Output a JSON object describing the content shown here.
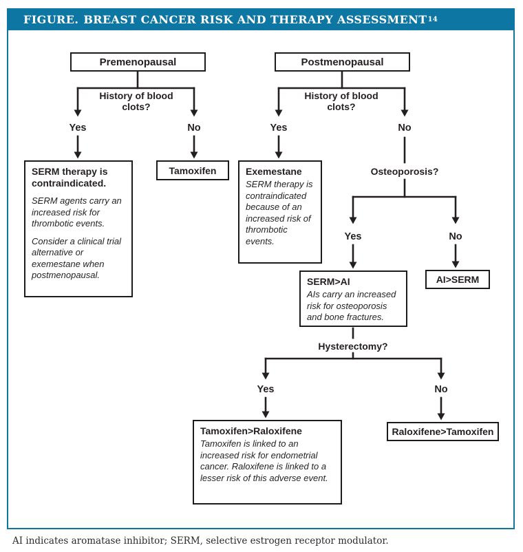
{
  "header": {
    "label": "FIGURE.",
    "title": "BREAST CANCER RISK AND THERAPY ASSESSMENT",
    "reference": "14"
  },
  "colors": {
    "accent_teal": "#0e76a2",
    "line_black": "#231f20",
    "box_border": "#1c1b1a",
    "background": "#ffffff"
  },
  "flowchart": {
    "labels": {
      "yes": "Yes",
      "no": "No"
    },
    "questions": {
      "blood_clots_left": "History of blood clots?",
      "blood_clots_right": "History of blood clots?",
      "osteoporosis": "Osteoporosis?",
      "hysterectomy": "Hysterectomy?"
    },
    "nodes": {
      "premenopausal": {
        "title": "Premenopausal"
      },
      "postmenopausal": {
        "title": "Postmenopausal"
      },
      "serm_contraindicated": {
        "title": "SERM therapy is contraindicated.",
        "body1": "SERM agents carry an increased risk for thrombotic events.",
        "body2": "Consider a clinical trial alternative or exemestane when postmenopausal."
      },
      "tamoxifen": {
        "title": "Tamoxifen"
      },
      "exemestane": {
        "title": "Exemestane",
        "body": "SERM therapy is contraindicated because of an increased risk of thrombotic events."
      },
      "serm_over_ai": {
        "title": "SERM>AI",
        "body": "AIs carry an increased risk for osteoporosis and bone fractures."
      },
      "ai_over_serm": {
        "title": "AI>SERM"
      },
      "tamoxifen_over_raloxifene": {
        "title": "Tamoxifen>Raloxifene",
        "body": "Tamoxifen is linked to an increased risk for endometrial cancer. Raloxifene is linked to a lesser risk of this adverse event."
      },
      "raloxifene_over_tamoxifen": {
        "title": "Raloxifene>Tamoxifen"
      }
    }
  },
  "footer": {
    "text": "AI indicates aromatase inhibitor; SERM, selective estrogen receptor modulator."
  }
}
